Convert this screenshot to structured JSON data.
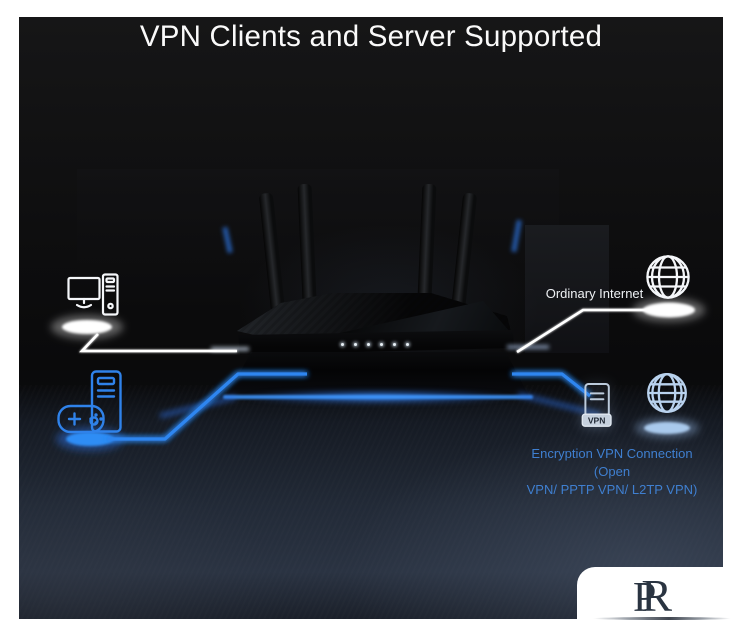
{
  "title": "VPN Clients and Server Supported",
  "diagram": {
    "ordinary_internet_label": "Ordinary Internet",
    "vpn_label_line1": "Encryption VPN Connection (Open",
    "vpn_label_line2": "VPN/ PPTP VPN/ L2TP VPN)",
    "vpn_badge": "VPN",
    "nodes": [
      {
        "id": "desktop-computer",
        "icon": "desktop-computer-icon",
        "color": "#ffffff"
      },
      {
        "id": "gaming-pc",
        "icon": "gaming-pc-icon",
        "color": "#2f82ea"
      },
      {
        "id": "router",
        "icon": "router-photo",
        "leds": 6
      },
      {
        "id": "ordinary-internet-globe",
        "icon": "globe-icon",
        "color": "#ffffff"
      },
      {
        "id": "vpn-server",
        "icon": "vpn-server-icon",
        "color": "#bccbdc"
      },
      {
        "id": "vpn-internet-globe",
        "icon": "globe-icon",
        "color": "#b9d2ee"
      }
    ],
    "connections": [
      {
        "from": "desktop-computer",
        "to": "router",
        "style": "white-line"
      },
      {
        "from": "router",
        "to": "ordinary-internet-globe",
        "style": "white-line"
      },
      {
        "from": "gaming-pc",
        "to": "router",
        "style": "blue-glow-line"
      },
      {
        "from": "router",
        "to": "vpn-server",
        "style": "blue-glow-line"
      }
    ]
  },
  "branding": {
    "monogram_first": "P",
    "monogram_second": "R"
  },
  "colors": {
    "accent_blue": "#2f86f0",
    "vpn_text_blue": "#3f7fd0",
    "light_blue": "#b9d2ee",
    "line_white": "#ffffff",
    "logo_navy": "#2a3441",
    "scene_black": "#0d0d0e"
  }
}
